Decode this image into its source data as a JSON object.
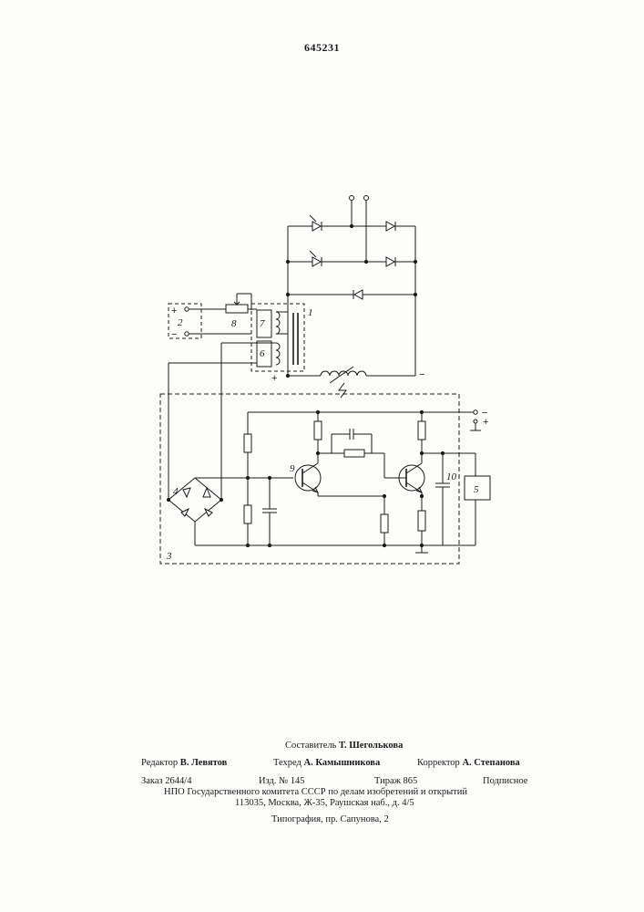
{
  "document": {
    "patent_number": "645231",
    "figure_labels": {
      "l1": "1",
      "l2": "2",
      "l3": "3",
      "l4": "4",
      "l5": "5",
      "l6": "6",
      "l7": "7",
      "l8": "8",
      "l9": "9",
      "l10": "10"
    },
    "polarity": {
      "plus": "+",
      "minus": "−"
    },
    "colophon": {
      "compiler": {
        "prefix": "Составитель",
        "name": "Т. Шеголькова"
      },
      "editor": {
        "prefix": "Редактор",
        "name": "В. Левятов"
      },
      "techred": {
        "prefix": "Техред",
        "name": "А. Камышникова"
      },
      "corrector": {
        "prefix": "Корректор",
        "name": "А. Степанова"
      },
      "order": "Заказ 2644/4",
      "izd": "Изд. № 145",
      "tirazh": "Тираж 865",
      "podpisnoe": "Подписное",
      "npo": "НПО Государственного комитета СССР по делам изобретений и открытий",
      "address": "113035, Москва, Ж-35, Раушская наб., д. 4/5",
      "typography": "Типография, пр. Сапунова, 2"
    }
  }
}
